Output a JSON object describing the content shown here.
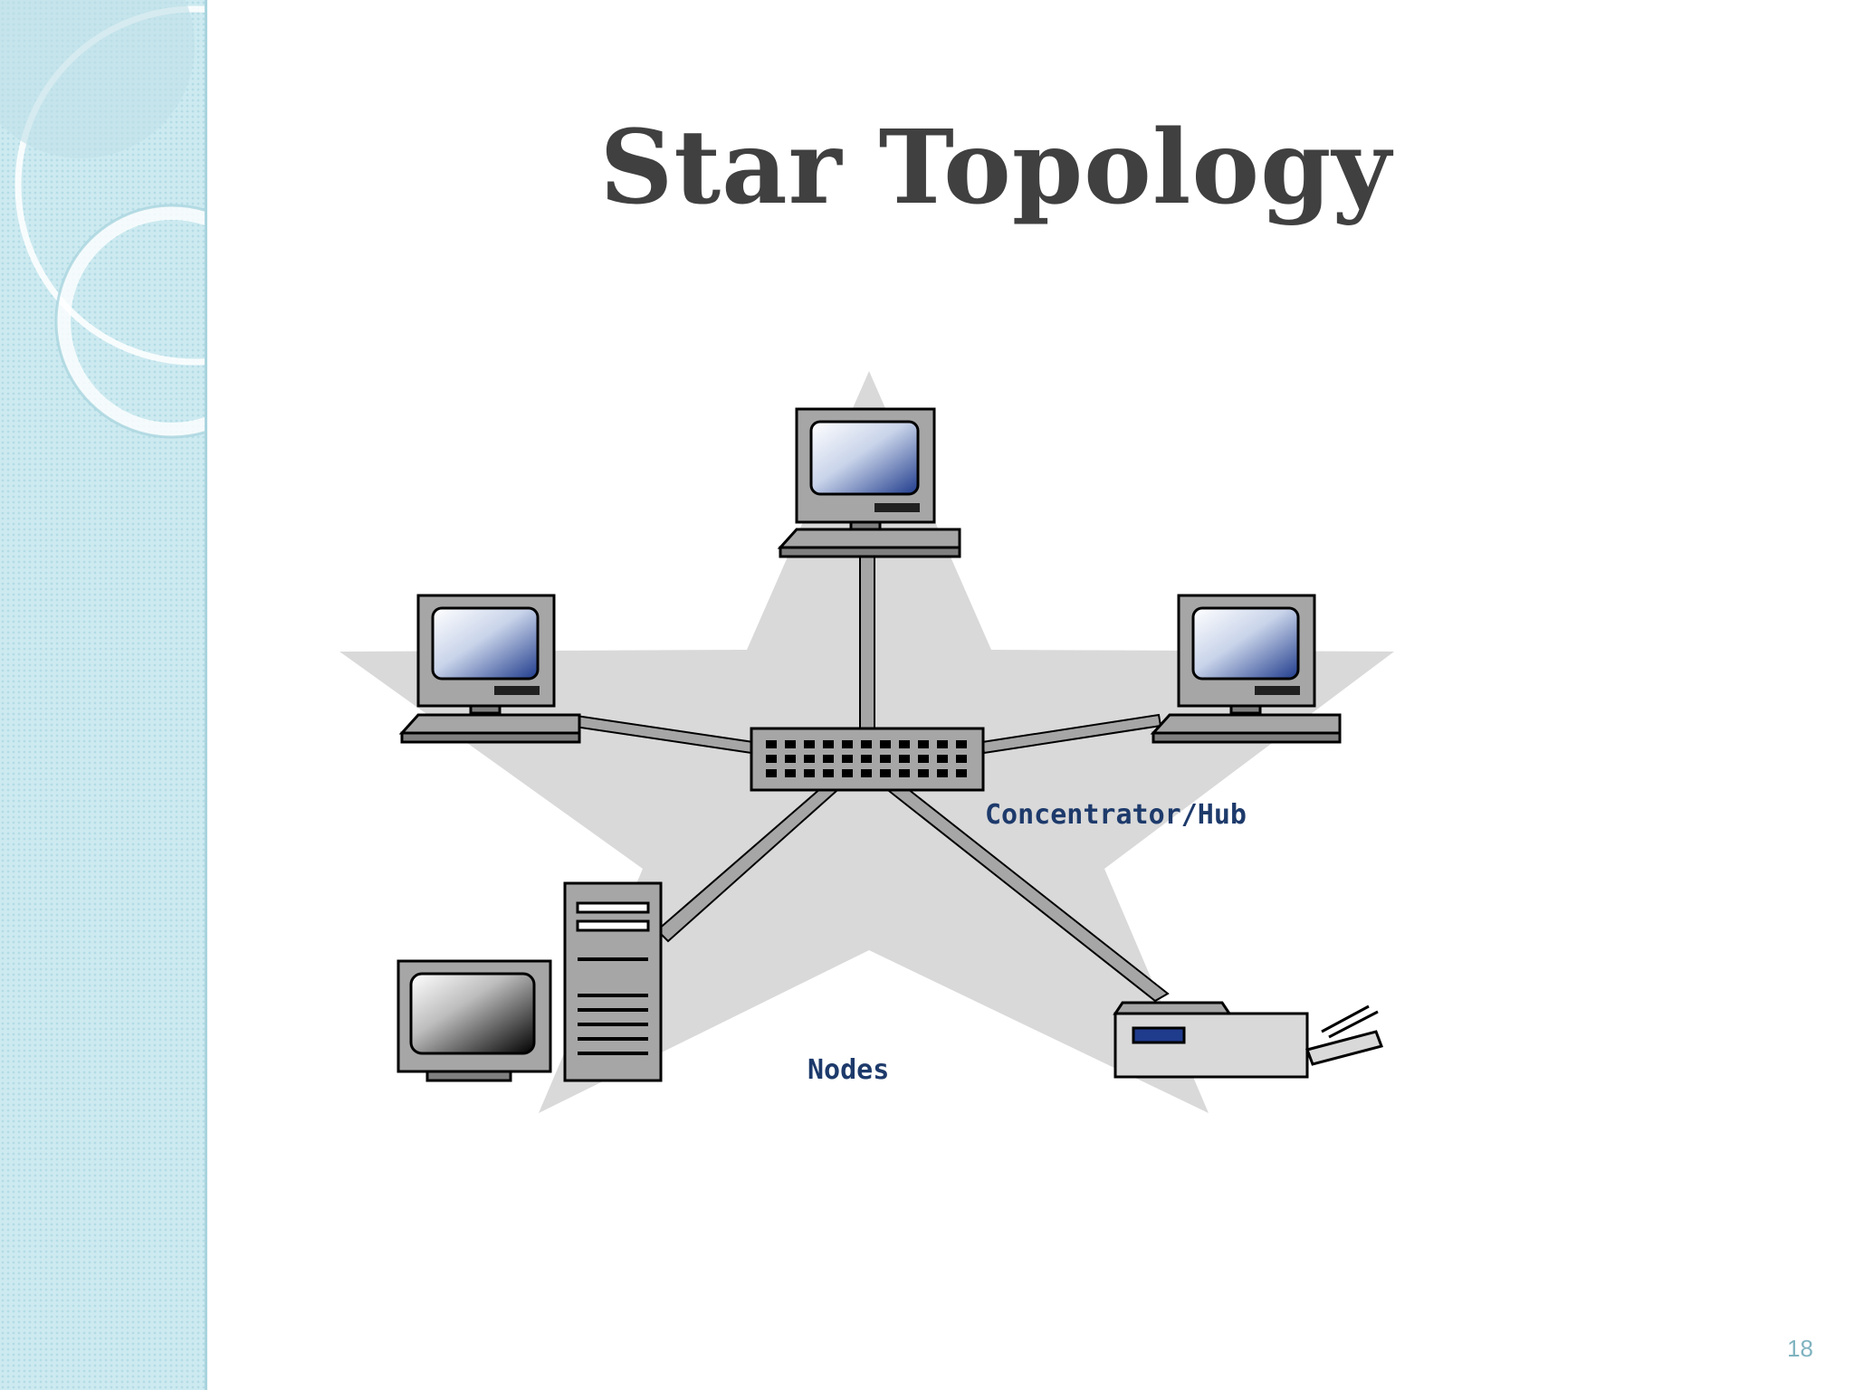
{
  "slide": {
    "title": "Star Topology",
    "page_number": "18"
  },
  "diagram": {
    "hub_label": "Concentrator/Hub",
    "nodes_label": "Nodes"
  },
  "colors": {
    "title": "#404040",
    "sidebar": "#cdeaf0",
    "page_number": "#7fb3c0",
    "label_blue": "#1d3a6b",
    "star": "#d9d9d9"
  }
}
